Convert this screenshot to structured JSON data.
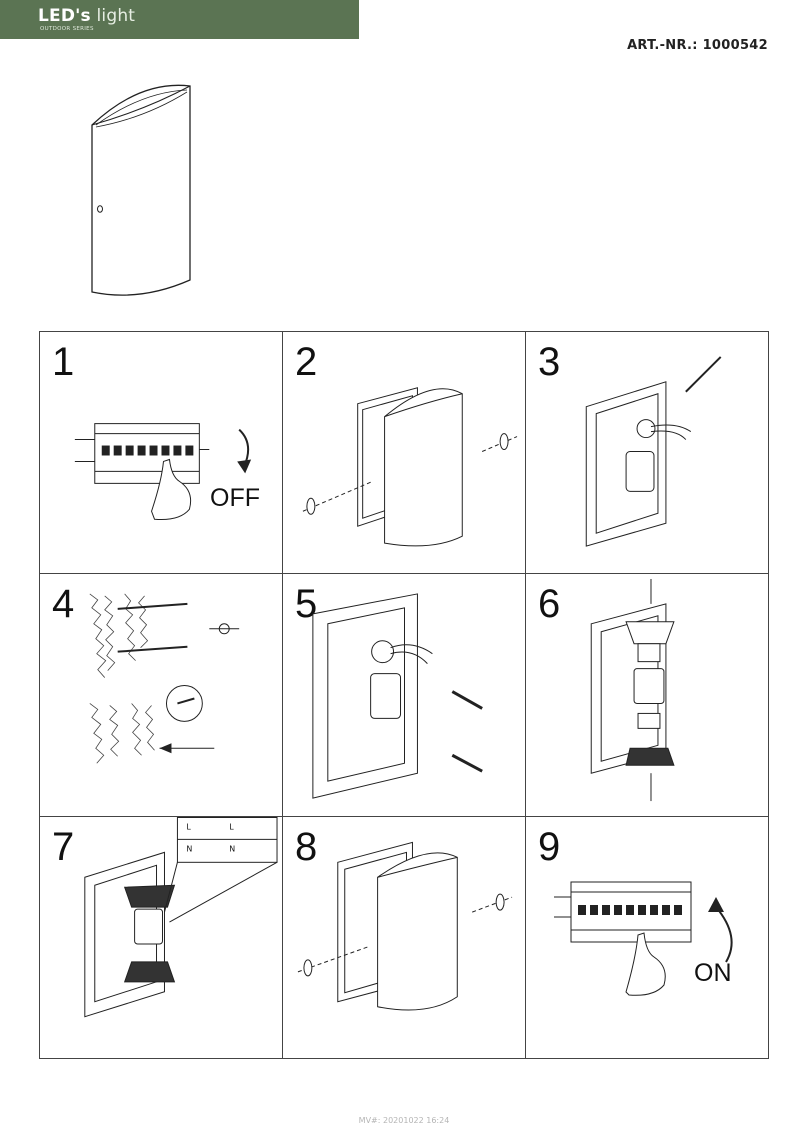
{
  "brand": {
    "name_bold": "LED's",
    "name_light": " light",
    "subtitle": "OUTDOOR SERIES"
  },
  "article": {
    "label": "ART.-NR.: 1000542"
  },
  "steps": [
    {
      "number": "1",
      "label": "OFF"
    },
    {
      "number": "2"
    },
    {
      "number": "3"
    },
    {
      "number": "4"
    },
    {
      "number": "5"
    },
    {
      "number": "6"
    },
    {
      "number": "7",
      "terminal_labels": [
        "L",
        "N",
        "L",
        "N"
      ]
    },
    {
      "number": "8"
    },
    {
      "number": "9",
      "label": "ON"
    }
  ],
  "footer": {
    "text": "MV#: 20201022 16:24"
  },
  "colors": {
    "brand_green": "#5b7453"
  }
}
